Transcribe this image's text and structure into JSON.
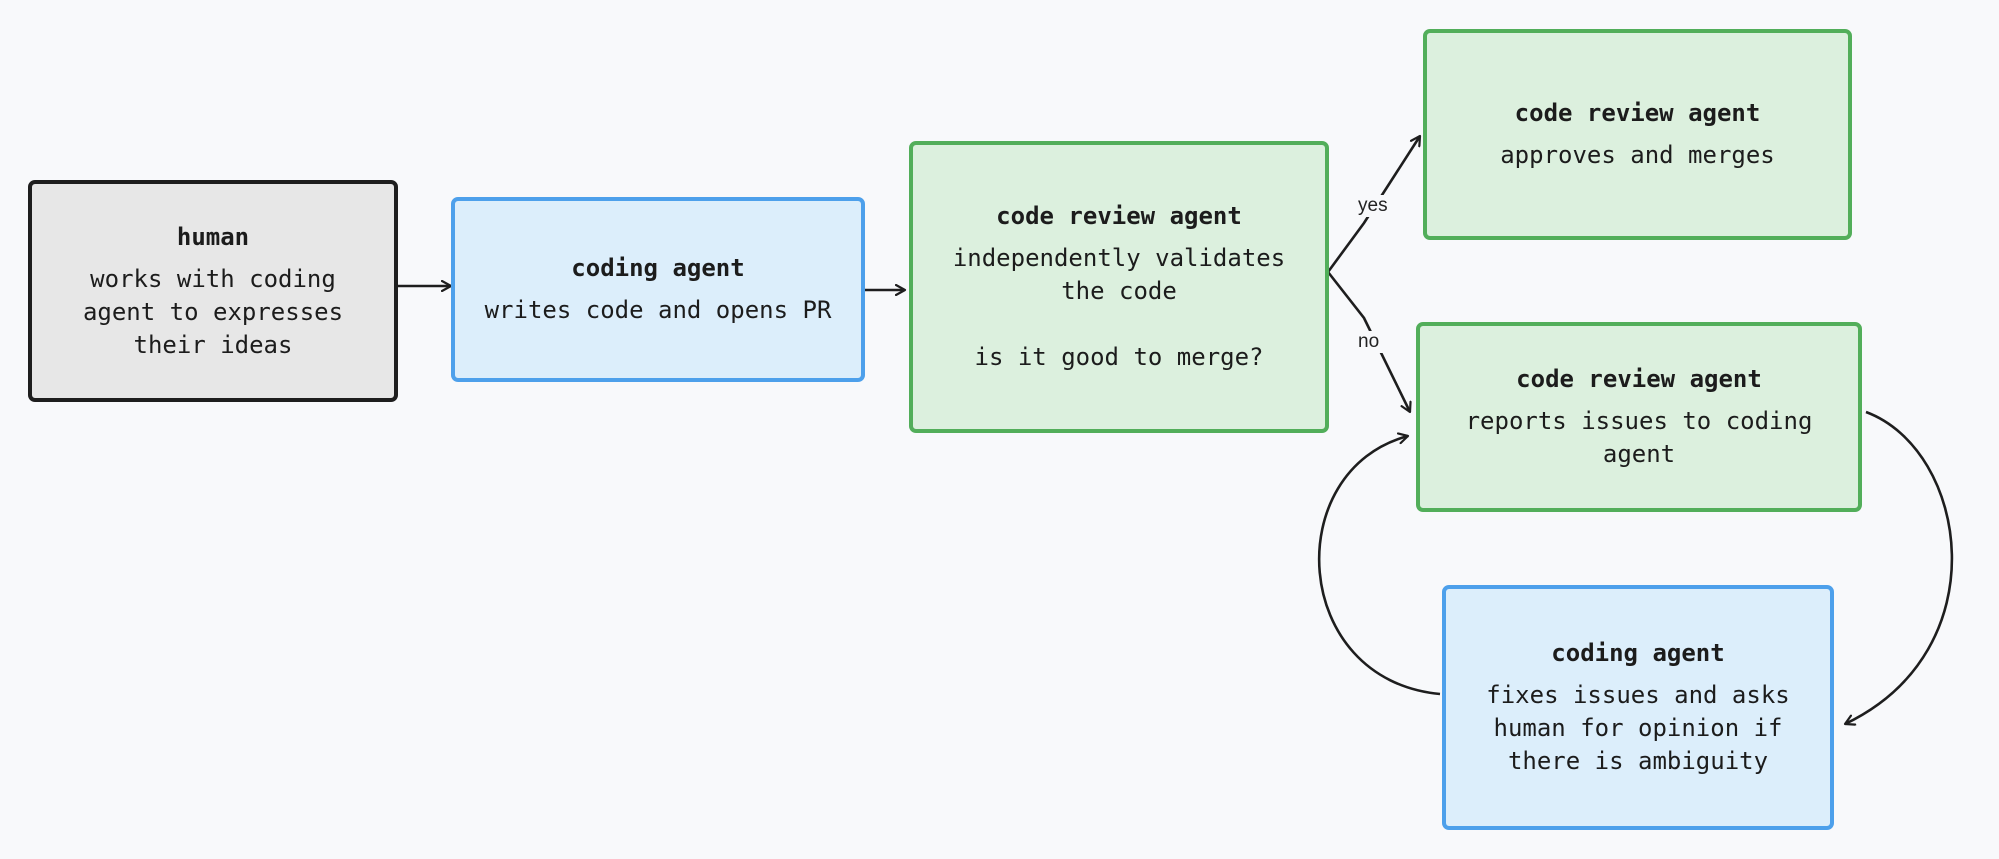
{
  "nodes": {
    "human": {
      "title": "human",
      "body": "works with coding\nagent to expresses\ntheir ideas"
    },
    "coding_agent": {
      "title": "coding agent",
      "body": "writes code and opens PR"
    },
    "review_agent": {
      "title": "code review agent",
      "body": "independently validates\nthe code\n\nis it good to merge?"
    },
    "review_approve": {
      "title": "code review agent",
      "body": "approves and merges"
    },
    "review_report": {
      "title": "code review agent",
      "body": "reports issues to coding\nagent"
    },
    "coding_fix": {
      "title": "coding agent",
      "body": "fixes issues and asks\nhuman for opinion if\nthere is ambiguity"
    }
  },
  "edges": {
    "yes_label": "yes",
    "no_label": "no"
  },
  "colors": {
    "human_fill": "#e7e7e7",
    "human_border": "#1e1e1e",
    "coding_fill": "#dceefb",
    "coding_border": "#4da0eb",
    "review_fill": "#dcf0de",
    "review_border": "#52ae5a",
    "edge": "#1e1e1e",
    "background": "#f8f9fb"
  }
}
